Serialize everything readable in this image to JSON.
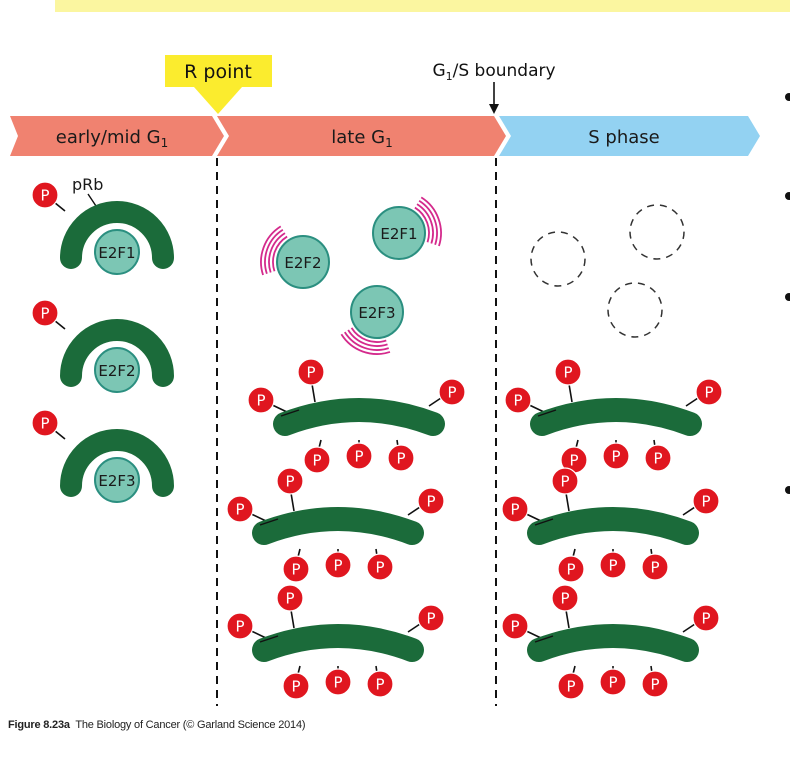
{
  "markers": {
    "r_point": "R point",
    "g1s_base": "G",
    "g1s_sub": "1",
    "g1s_rest": "/S boundary"
  },
  "phases": {
    "early": {
      "base": "early/mid G",
      "sub": "1"
    },
    "late": {
      "base": "late G",
      "sub": "1"
    },
    "s": {
      "label": "S phase"
    }
  },
  "labels": {
    "prb": "pRb",
    "p": "P",
    "e2f1": "E2F1",
    "e2f2": "E2F2",
    "e2f3": "E2F3"
  },
  "caption": {
    "figure": "Figure 8.23a",
    "rest": "The Biology of Cancer (© Garland Science 2014)"
  },
  "colors": {
    "banner": "#fbf6a0",
    "rpoint": "#fbec2e",
    "phase_g1": "#f08270",
    "phase_s": "#93d2f2",
    "prb": "#1b6b3a",
    "e2f": "#7cc6b4",
    "e2f_stroke": "#2b8f80",
    "phospho": "#e0161f",
    "motion": "#d42a8c"
  }
}
